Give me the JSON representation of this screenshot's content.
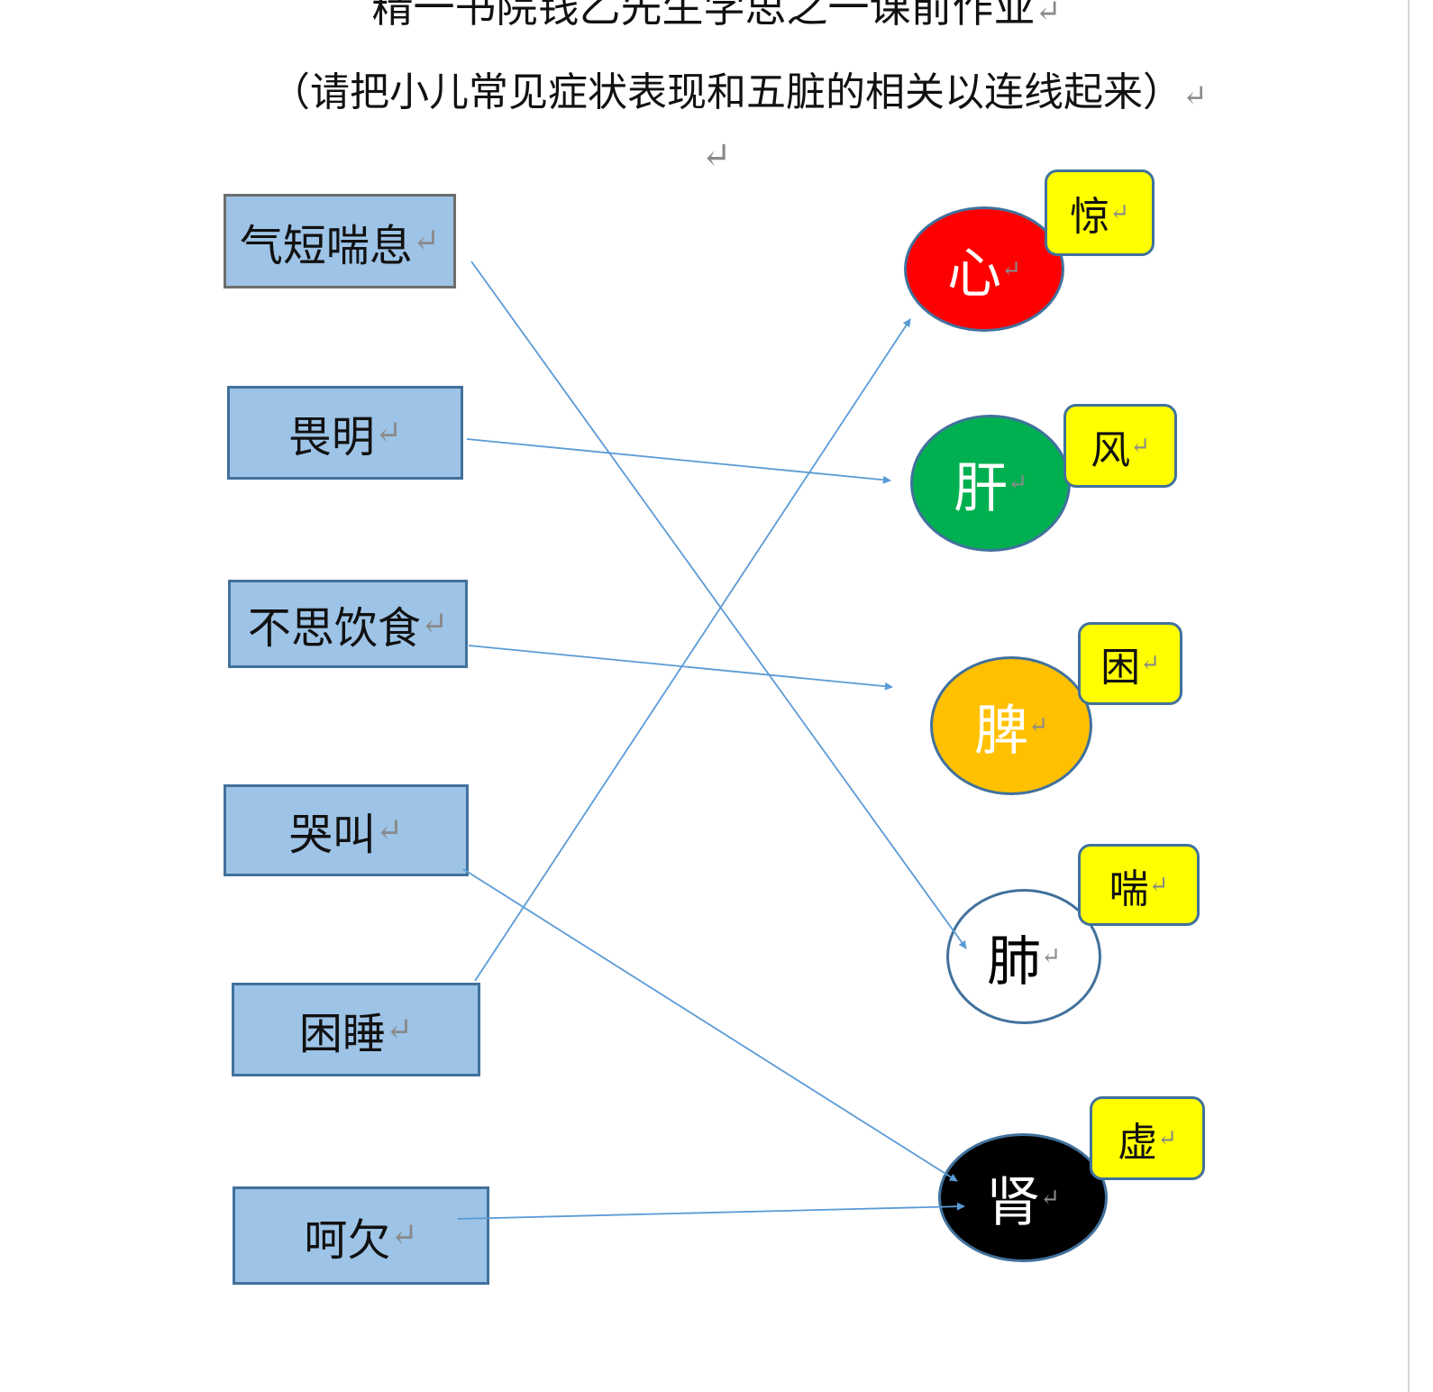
{
  "header": {
    "title": "精一书院钱乙先生学思之一课前作业",
    "subtitle": "（请把小儿常见症状表现和五脏的相关以连线起来）",
    "para_mark": "↵"
  },
  "symptoms": [
    {
      "id": "qiduan",
      "label": "气短喘息"
    },
    {
      "id": "weiming",
      "label": "畏明"
    },
    {
      "id": "busi",
      "label": "不思饮食"
    },
    {
      "id": "kujiao",
      "label": "哭叫"
    },
    {
      "id": "kunshui",
      "label": "困睡"
    },
    {
      "id": "heqian",
      "label": "呵欠"
    }
  ],
  "organs": [
    {
      "id": "xin",
      "label": "心",
      "tag": "惊",
      "fill": "#ff0000",
      "text_color": "#ffffff"
    },
    {
      "id": "gan",
      "label": "肝",
      "tag": "风",
      "fill": "#00b050",
      "text_color": "#ffffff"
    },
    {
      "id": "pi",
      "label": "脾",
      "tag": "困",
      "fill": "#ffc000",
      "text_color": "#ffffff"
    },
    {
      "id": "fei",
      "label": "肺",
      "tag": "喘",
      "fill": "#ffffff",
      "text_color": "#000000"
    },
    {
      "id": "shen",
      "label": "肾",
      "tag": "虚",
      "fill": "#000000",
      "text_color": "#ffffff"
    }
  ],
  "connections": [
    {
      "from": "气短喘息",
      "to": "肺"
    },
    {
      "from": "畏明",
      "to": "肝"
    },
    {
      "from": "不思饮食",
      "to": "脾"
    },
    {
      "from": "哭叫",
      "to": "肾"
    },
    {
      "from": "困睡",
      "to": "心"
    },
    {
      "from": "呵欠",
      "to": "肾"
    }
  ],
  "colors": {
    "box_fill": "#9dc3e6",
    "box_border": "#41719c",
    "tag_fill": "#ffff00",
    "line": "#5b9bd5"
  }
}
